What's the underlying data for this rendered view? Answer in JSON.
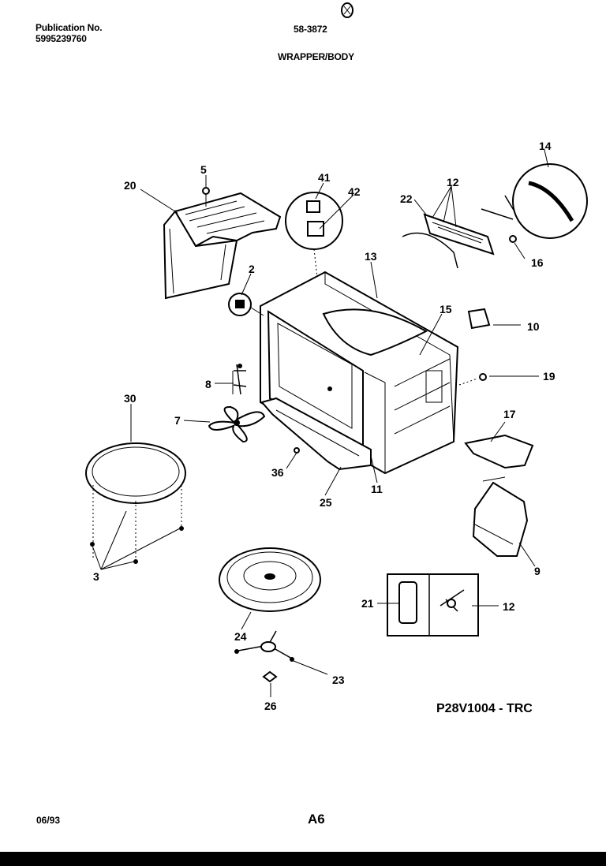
{
  "header": {
    "publication_label": "Publication No.",
    "publication_number": "5995239760",
    "document_code": "58-3872",
    "section_title": "WRAPPER/BODY"
  },
  "figure_code": "P28V1004 - TRC",
  "footer": {
    "date": "06/93",
    "page": "A6"
  },
  "part_callouts": [
    "14",
    "5",
    "20",
    "41",
    "42",
    "12",
    "22",
    "16",
    "13",
    "2",
    "15",
    "10",
    "19",
    "8",
    "30",
    "7",
    "17",
    "36",
    "11",
    "25",
    "9",
    "3",
    "24",
    "21",
    "12",
    "23",
    "26"
  ]
}
